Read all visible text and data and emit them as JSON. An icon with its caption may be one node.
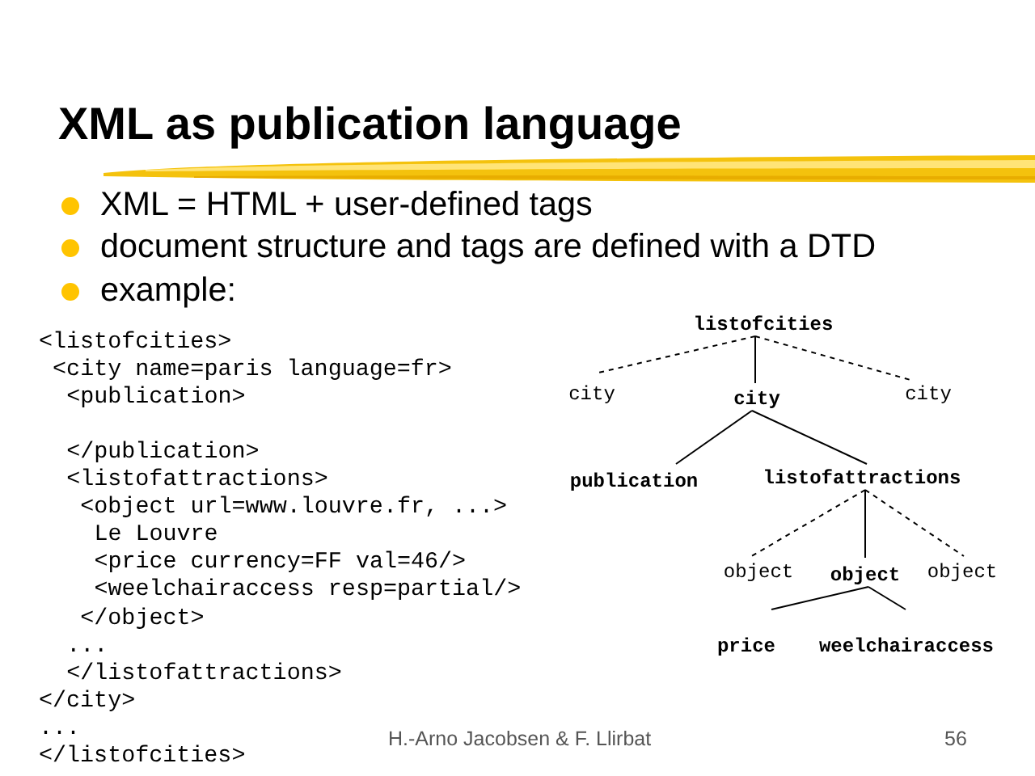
{
  "diagram": {
    "title": "XML as publication language",
    "nodes": [
      {
        "text": [
          "listofcities"
        ]
      },
      {
        "text": [
          "city"
        ]
      },
      {
        "text": [
          "city"
        ]
      },
      {
        "text": [
          "city"
        ]
      },
      {
        "text": [
          "publication"
        ]
      },
      {
        "text": [
          "listofattractions"
        ]
      },
      {
        "text": [
          "object"
        ]
      },
      {
        "text": [
          "object"
        ]
      },
      {
        "text": [
          "object"
        ]
      },
      {
        "text": [
          "price"
        ]
      },
      {
        "text": [
          "weelchairaccess"
        ]
      }
    ],
    "edges": [
      {
        "from": 0,
        "to": 1,
        "arrow": "none",
        "style": "dashed"
      },
      {
        "from": 0,
        "to": 2,
        "arrow": "none"
      },
      {
        "from": 0,
        "to": 3,
        "arrow": "none",
        "style": "dashed"
      },
      {
        "from": 2,
        "to": 4,
        "arrow": "none"
      },
      {
        "from": 2,
        "to": 5,
        "arrow": "none"
      },
      {
        "from": 5,
        "to": 6,
        "arrow": "none",
        "style": "dashed"
      },
      {
        "from": 5,
        "to": 7,
        "arrow": "none"
      },
      {
        "from": 5,
        "to": 8,
        "arrow": "none",
        "style": "dashed"
      },
      {
        "from": 7,
        "to": 9,
        "arrow": "none"
      },
      {
        "from": 7,
        "to": 10,
        "arrow": "none"
      }
    ],
    "labels": [
      "XML = HTML + user-defined tags",
      "document structure and tags are defined with a DTD",
      "example:",
      "<listofcities>",
      "<city name=paris language=fr>",
      "<publication>",
      "</publication>",
      "<listofattractions>",
      "<object url=www.louvre.fr, ...>",
      "Le Louvre",
      "<price currency=FF val=46/>",
      "<weelchairaccess resp=partial/>",
      "</object>",
      "...",
      "</listofattractions>",
      "</city>",
      "...",
      "</listofcities>",
      "H.-Arno Jacobsen & F. Llirbat",
      "56"
    ]
  }
}
